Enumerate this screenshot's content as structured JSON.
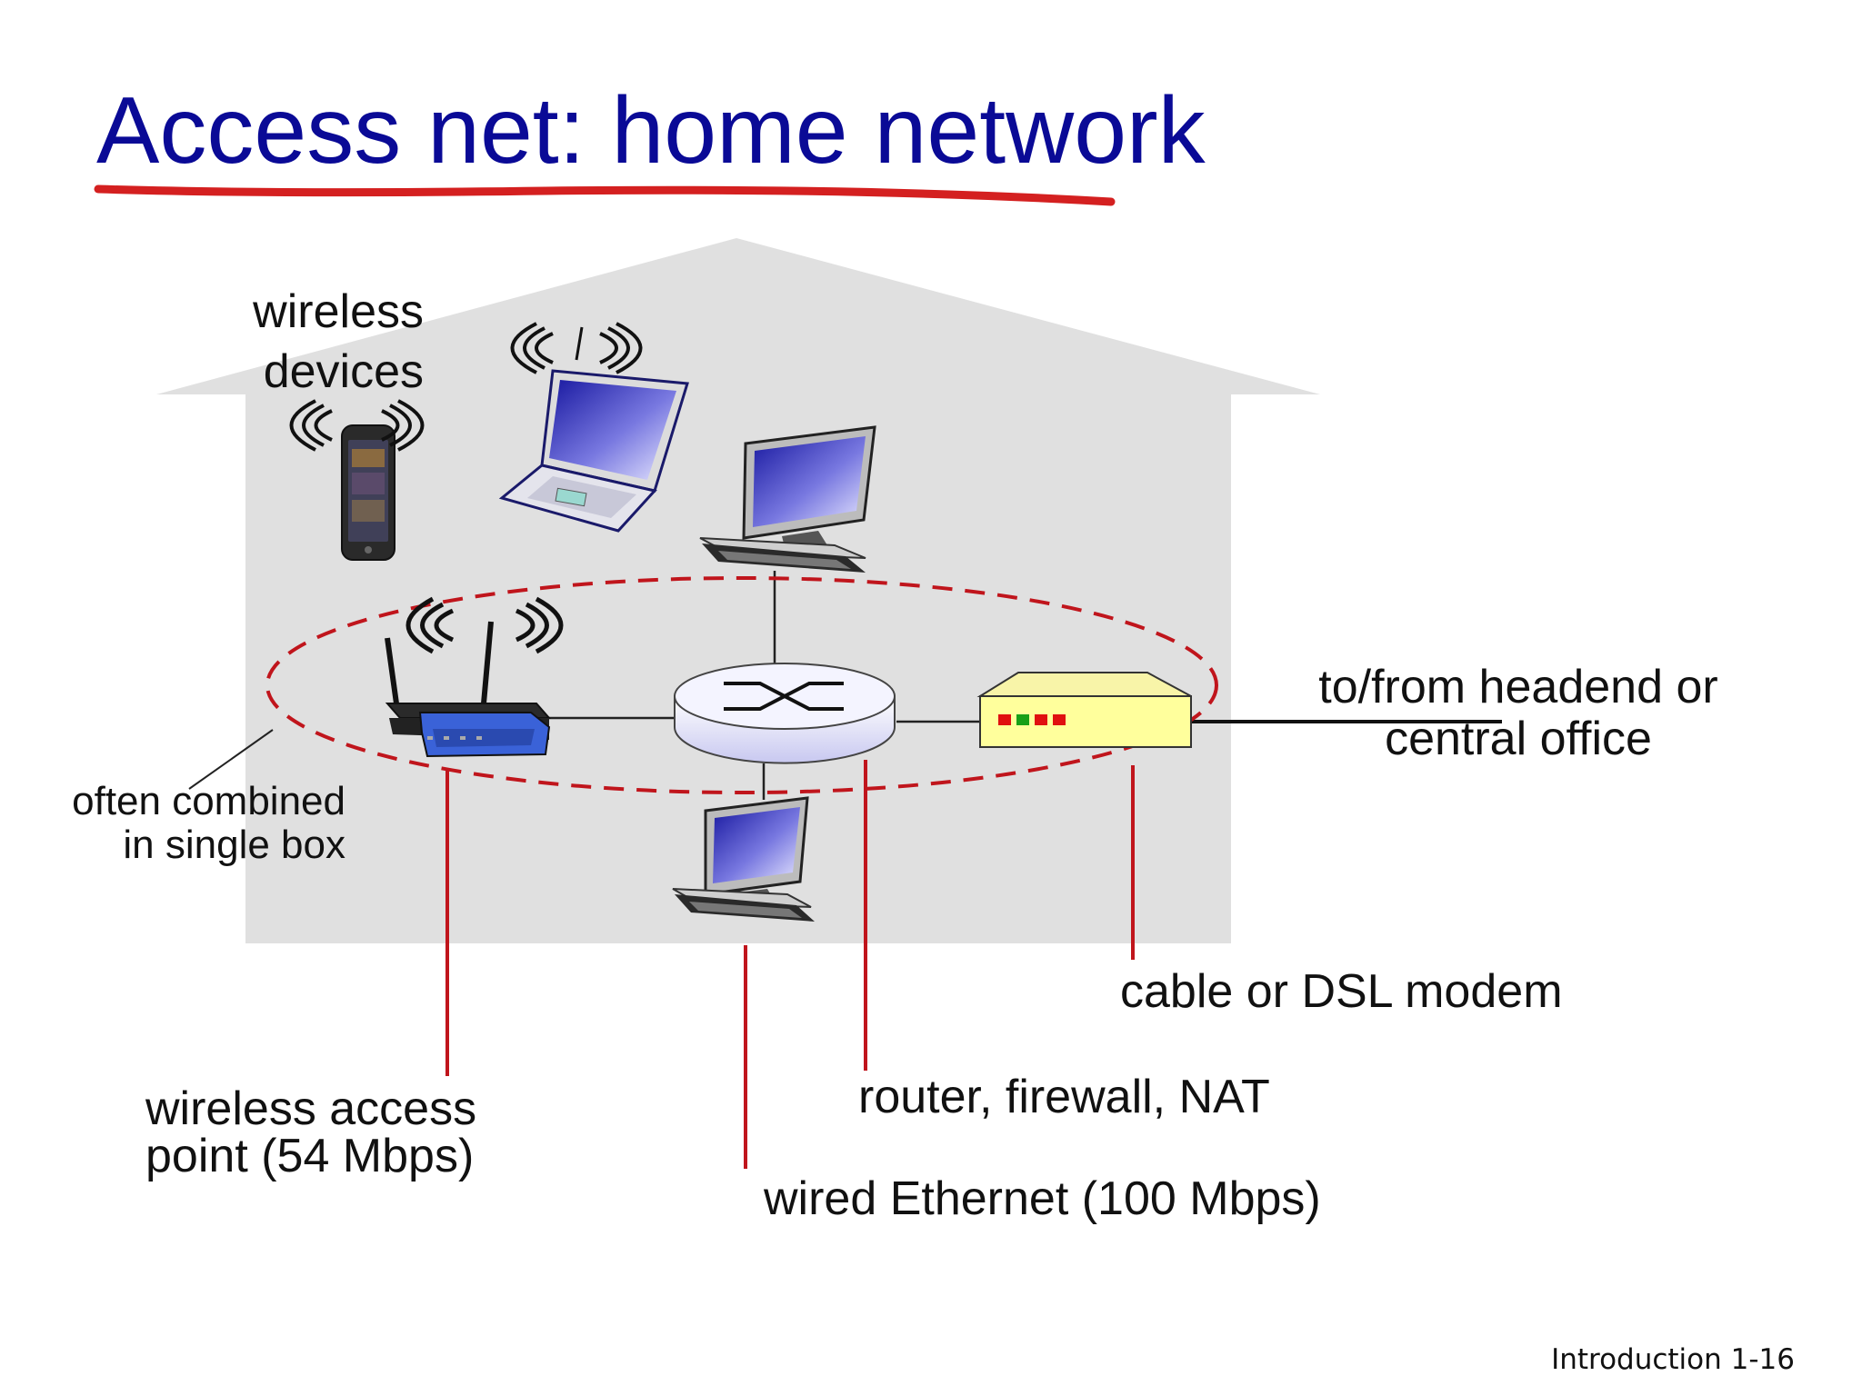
{
  "slide": {
    "title": "Access net: home network",
    "footer": "Introduction 1-16",
    "title_color": "#0a0a96",
    "underline_color": "#d42020",
    "house_color": "#e0e0e0",
    "callout_color": "#c0151c"
  },
  "labels": {
    "wireless_devices": [
      "wireless",
      "devices"
    ],
    "often_combined": [
      "often combined",
      "in single box"
    ],
    "headend": [
      "to/from headend or",
      "central office"
    ],
    "modem": "cable or DSL modem",
    "router": "router, firewall, NAT",
    "access_point": [
      "wireless access",
      "point (54 Mbps)"
    ],
    "ethernet": "wired Ethernet (100 Mbps)"
  },
  "devices": {
    "phone": "smartphone-icon",
    "laptop": "laptop-icon",
    "desktop_top": "desktop-computer-icon",
    "desktop_bottom": "desktop-computer-icon",
    "access_point": "wireless-router-icon",
    "router": "router-icon",
    "modem": "modem-icon",
    "modem_leds": [
      "#e01010",
      "#18a018",
      "#e01010",
      "#e01010"
    ]
  }
}
